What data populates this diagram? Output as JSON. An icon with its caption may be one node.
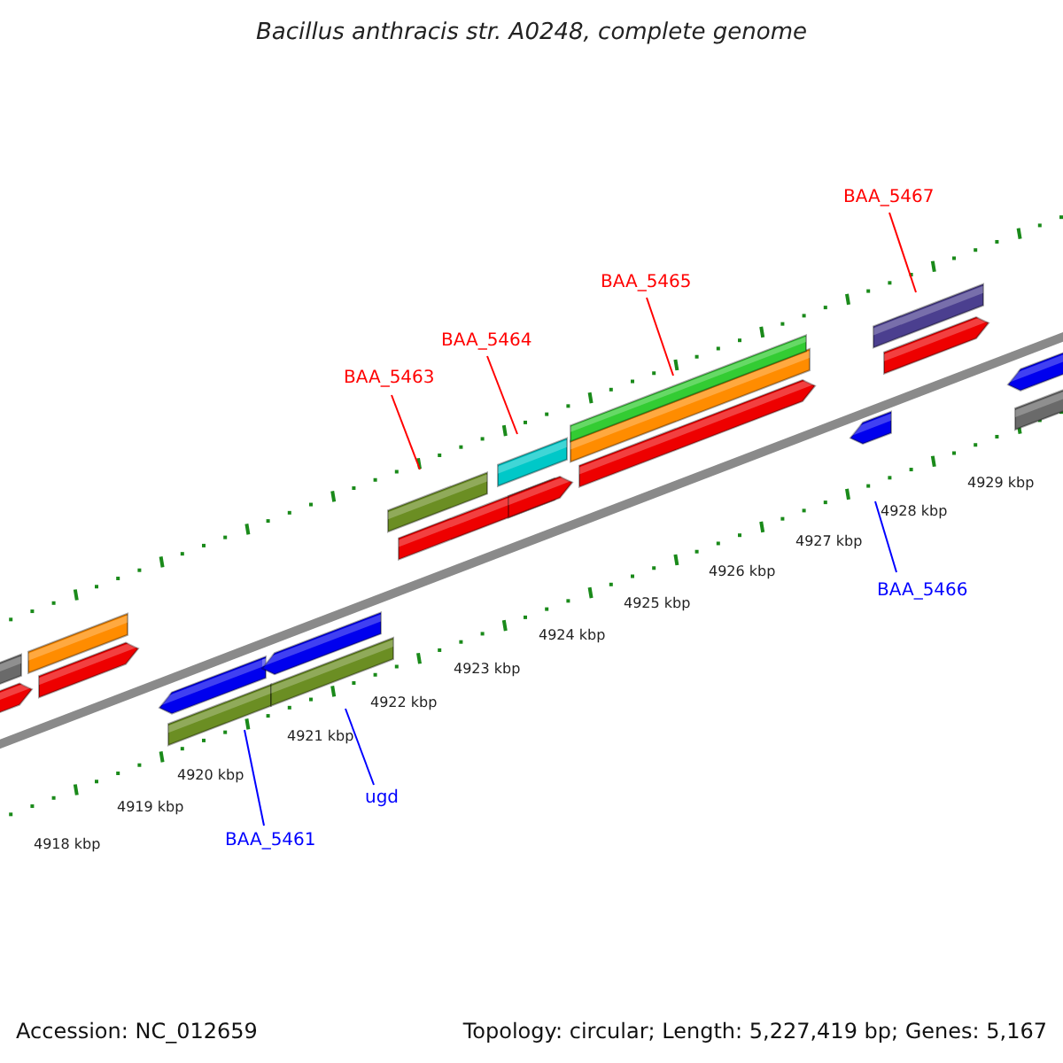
{
  "diagram": {
    "title": "Bacillus anthracis str. A0248, complete genome",
    "nodes": [
      {
        "text": [
          "BAA_5463"
        ]
      },
      {
        "text": [
          "BAA_5464"
        ]
      },
      {
        "text": [
          "BAA_5465"
        ]
      },
      {
        "text": [
          "BAA_5467"
        ]
      },
      {
        "text": [
          "BAA_5466"
        ]
      },
      {
        "text": [
          "BAA_5461"
        ]
      },
      {
        "text": [
          "ugd"
        ]
      },
      {
        "text": [],
        "shape": "bar"
      },
      {
        "text": [],
        "shape": "bar"
      },
      {
        "text": [],
        "shape": "bar"
      },
      {
        "text": [],
        "shape": "bar"
      },
      {
        "text": [],
        "shape": "bar"
      },
      {
        "text": [],
        "shape": "bar"
      },
      {
        "text": [],
        "shape": "bar"
      }
    ],
    "edges": [
      {
        "from": 0,
        "to": 7,
        "arrow": "none"
      },
      {
        "from": 1,
        "to": 8,
        "arrow": "none"
      },
      {
        "from": 2,
        "to": 9,
        "arrow": "none"
      },
      {
        "from": 3,
        "to": 10,
        "arrow": "none"
      },
      {
        "from": 4,
        "to": 11,
        "arrow": "none",
        "color": "#0000ff"
      },
      {
        "from": 5,
        "to": 12,
        "arrow": "none",
        "color": "#0000ff"
      },
      {
        "from": 6,
        "to": 13,
        "arrow": "none",
        "color": "#0000ff"
      }
    ],
    "labels": [
      "4918 kbp",
      "4919 kbp",
      "4920 kbp",
      "4921 kbp",
      "4922 kbp",
      "4923 kbp",
      "4924 kbp",
      "4925 kbp",
      "4926 kbp",
      "4927 kbp",
      "4928 kbp",
      "4929 kbp",
      "Accession: NC_012659",
      "Topology: circular; Length: 5,227,419 bp; Genes: 5,167"
    ]
  }
}
